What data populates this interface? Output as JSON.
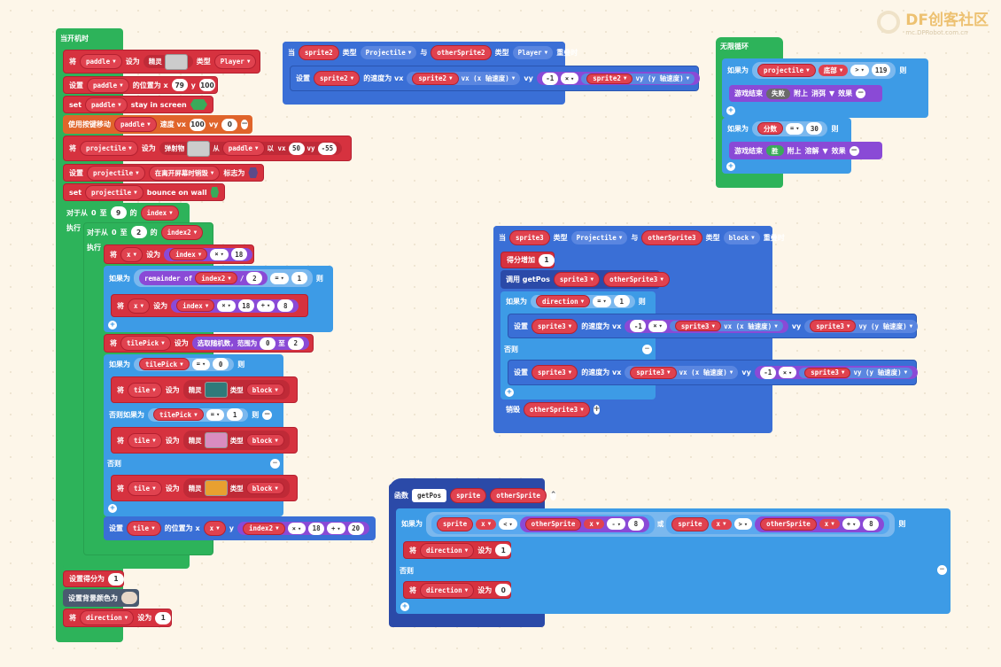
{
  "watermark": {
    "brand": "DF创客社区",
    "url": "mc.DFRobot.com.cn"
  },
  "colors": {
    "bg": "#fdf6e9",
    "event": "#2db35a",
    "sprite": "#d6323f",
    "logic": "#3d9be6",
    "math": "#8a4ad6",
    "func": "#2b4aa8"
  },
  "start": {
    "hat": "当开机时",
    "set_paddle": {
      "kw": "将",
      "var": "paddle",
      "to": "设为",
      "sprite": "精灵",
      "type_lbl": "类型",
      "type": "Player"
    },
    "pos_paddle": {
      "kw": "设置",
      "var": "paddle",
      "lbl": "的位置为 x",
      "x": "79",
      "y_lbl": "y",
      "y": "100"
    },
    "stay": {
      "kw": "set",
      "var": "paddle",
      "lbl": "stay in screen"
    },
    "move": {
      "kw": "使用按键移动",
      "var": "paddle",
      "lbl": "速度 vx",
      "vx": "100",
      "vy_lbl": "vy",
      "vy": "0"
    },
    "projectile": {
      "kw": "将",
      "var": "projectile",
      "to": "设为",
      "lbl": "弹射物",
      "from": "从",
      "src": "paddle",
      "vx_lbl": "以 vx",
      "vx": "50",
      "vy_lbl": "vy",
      "vy": "-55"
    },
    "flag": {
      "kw": "设置",
      "var": "projectile",
      "flag": "在离开屏幕时销毁",
      "lbl": "标志为"
    },
    "bounce": {
      "kw": "set",
      "var": "projectile",
      "lbl": "bounce on wall"
    },
    "for1": {
      "kw": "对于从",
      "from": "0",
      "to": "至",
      "n": "9",
      "the": "的",
      "var": "index",
      "do": "执行"
    },
    "for2": {
      "kw": "对于从",
      "from": "0",
      "to": "至",
      "n": "2",
      "the": "的",
      "var": "index2",
      "do": "执行"
    },
    "setx": {
      "kw": "将",
      "var": "x",
      "to": "设为",
      "a": "index",
      "op": "×",
      "b": "18"
    },
    "if1": {
      "kw": "如果为",
      "fn": "remainder of",
      "a": "index2",
      "div": "/",
      "b": "2",
      "op": "=",
      "c": "1",
      "then": "则"
    },
    "setx2": {
      "kw": "将",
      "var": "x",
      "to": "设为",
      "a": "index",
      "op": "×",
      "b": "18",
      "op2": "+",
      "c": "8"
    },
    "tilepick": {
      "kw": "将",
      "var": "tilePick",
      "to": "设为",
      "lbl": "选取随机数，范围为",
      "a": "0",
      "to2": "至",
      "b": "2"
    },
    "if2": {
      "kw": "如果为",
      "var": "tilePick",
      "op": "=",
      "v": "0",
      "then": "则"
    },
    "tile_a": {
      "kw": "将",
      "var": "tile",
      "to": "设为",
      "sprite": "精灵",
      "type_lbl": "类型",
      "type": "block"
    },
    "elif": {
      "kw": "否则如果为",
      "var": "tilePick",
      "op": "=",
      "v": "1",
      "then": "则"
    },
    "tile_b": {
      "kw": "将",
      "var": "tile",
      "to": "设为",
      "sprite": "精灵",
      "type_lbl": "类型",
      "type": "block"
    },
    "else": "否则",
    "tile_c": {
      "kw": "将",
      "var": "tile",
      "to": "设为",
      "sprite": "精灵",
      "type_lbl": "类型",
      "type": "block"
    },
    "tilepos": {
      "kw": "设置",
      "var": "tile",
      "lbl": "的位置为 x",
      "x": "x",
      "y_lbl": "y",
      "a": "index2",
      "op": "×",
      "b": "18",
      "op2": "+",
      "c": "20"
    },
    "score": {
      "kw": "设置得分为",
      "v": "1"
    },
    "bgcolor": {
      "kw": "设置背景颜色为"
    },
    "dir": {
      "kw": "将",
      "var": "direction",
      "to": "设为",
      "v": "1"
    }
  },
  "overlap1": {
    "hat": {
      "kw": "当",
      "a": "sprite2",
      "type_lbl": "类型",
      "atype": "Projectile",
      "with": "与",
      "b": "otherSprite2",
      "type_lbl2": "类型",
      "btype": "Player",
      "end": "重叠时"
    },
    "body": {
      "kw": "设置",
      "var": "sprite2",
      "lbl": "的速度为 vx",
      "a": "sprite2",
      "prop": "vx (x 轴速度)",
      "vy_lbl": "vy",
      "n": "-1",
      "op": "×",
      "b": "sprite2",
      "prop2": "vy (y 轴速度)"
    }
  },
  "forever": {
    "hat": "无限循环",
    "if1": {
      "kw": "如果为",
      "var": "projectile",
      "prop": "底部",
      "op": ">",
      "v": "119",
      "then": "则"
    },
    "lose": {
      "kw": "游戏结束",
      "state": "失败",
      "eff_lbl": "附上",
      "eff": "消弭",
      "fx": "效果"
    },
    "if2": {
      "kw": "如果为",
      "var": "分数",
      "op": "=",
      "v": "30",
      "then": "则"
    },
    "win": {
      "kw": "游戏结束",
      "state": "胜",
      "eff_lbl": "附上",
      "eff": "溶解",
      "fx": "效果"
    }
  },
  "overlap2": {
    "hat": {
      "kw": "当",
      "a": "sprite3",
      "type_lbl": "类型",
      "atype": "Projectile",
      "with": "与",
      "b": "otherSprite3",
      "type_lbl2": "类型",
      "btype": "block",
      "end": "重叠时"
    },
    "score": {
      "kw": "得分增加",
      "v": "1"
    },
    "call": {
      "kw": "调用 getPos",
      "a": "sprite3",
      "b": "otherSprite3"
    },
    "if": {
      "kw": "如果为",
      "var": "direction",
      "op": "=",
      "v": "1",
      "then": "则"
    },
    "set1": {
      "kw": "设置",
      "var": "sprite3",
      "lbl": "的速度为 vx",
      "n": "-1",
      "op": "×",
      "a": "sprite3",
      "prop": "vx (x 轴速度)",
      "vy_lbl": "vy",
      "b": "sprite3",
      "prop2": "vy (y 轴速度)"
    },
    "else": "否则",
    "set2": {
      "kw": "设置",
      "var": "sprite3",
      "lbl": "的速度为 vx",
      "a": "sprite3",
      "prop": "vx (x 轴速度)",
      "vy_lbl": "vy",
      "n": "-1",
      "op": "×",
      "b": "sprite3",
      "prop2": "vy (y 轴速度)"
    },
    "destroy": {
      "kw": "销毁",
      "var": "otherSprite3"
    }
  },
  "func": {
    "hat": {
      "kw": "函数",
      "name": "getPos",
      "a": "sprite",
      "b": "otherSprite"
    },
    "if": {
      "kw": "如果为",
      "a": "sprite",
      "ax": "x",
      "lt": "<",
      "b": "otherSprite",
      "bx": "x",
      "minus": "-",
      "n1": "8",
      "or": "或",
      "c": "sprite",
      "cx": "x",
      "gt": ">",
      "d": "otherSprite",
      "dx": "x",
      "plus": "+",
      "n2": "8",
      "then": "则"
    },
    "set1": {
      "kw": "将",
      "var": "direction",
      "to": "设为",
      "v": "1"
    },
    "else": "否则",
    "set2": {
      "kw": "将",
      "var": "direction",
      "to": "设为",
      "v": "0"
    }
  }
}
